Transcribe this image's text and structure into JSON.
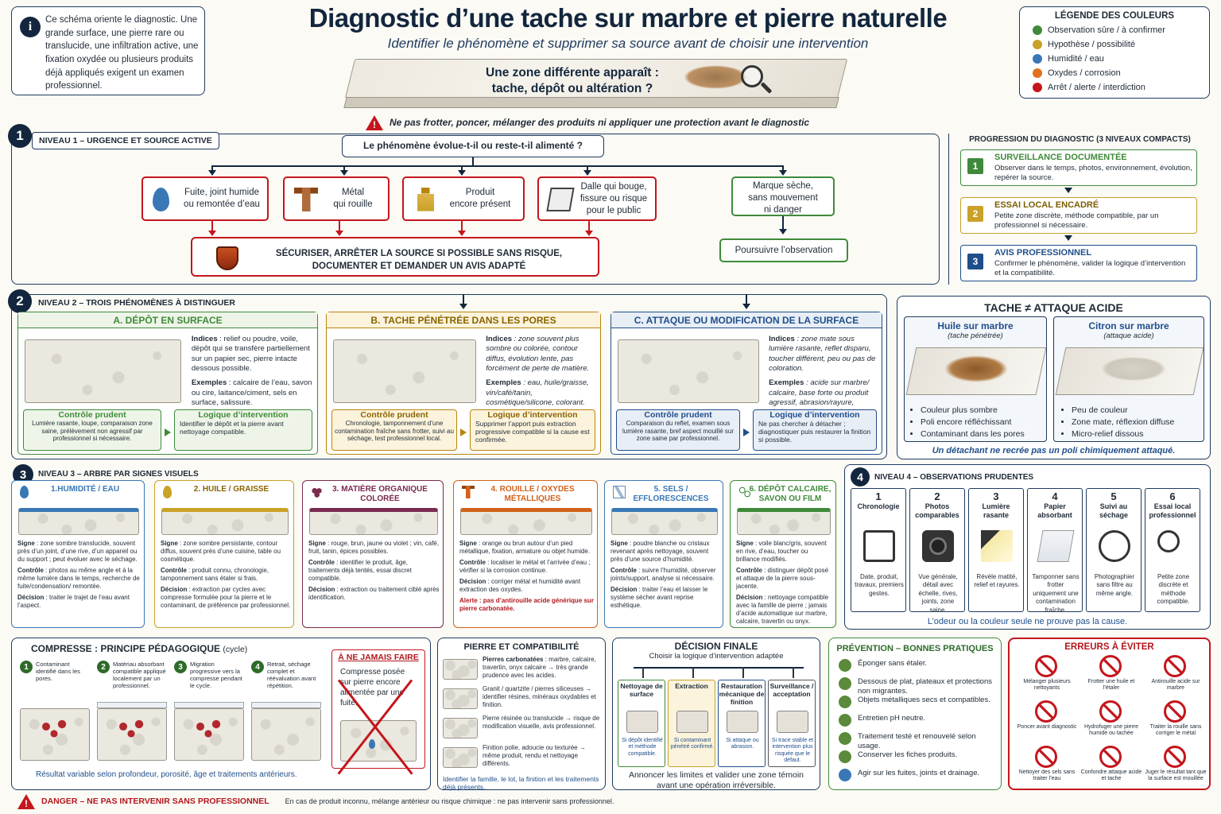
{
  "header": {
    "title": "Diagnostic d’une tache sur marbre et pierre naturelle",
    "subtitle": "Identifier le phénomène et supprimer sa source avant de choisir une intervention",
    "question": "Une zone différente apparaît :\ntache, dépôt ou altération ?",
    "warning": "Ne pas frotter, poncer, mélanger des produits ni appliquer une protection avant le diagnostic"
  },
  "intro": {
    "text": "Ce schéma oriente le diagnostic. Une grande surface, une pierre rare ou translucide, une infiltration active, une fixation oxydée ou plusieurs produits déjà appliqués exigent un examen professionnel."
  },
  "legend": {
    "title": "LÉGENDE DES COULEURS",
    "items": [
      {
        "label": "Observation sûre / à confirmer",
        "color": "#3f8a3a"
      },
      {
        "label": "Hypothèse / possibilité",
        "color": "#c9a227"
      },
      {
        "label": "Humidité / eau",
        "color": "#3a78b5"
      },
      {
        "label": "Oxydes / corrosion",
        "color": "#e0701f"
      },
      {
        "label": "Arrêt / alerte / interdiction",
        "color": "#c4161c"
      }
    ]
  },
  "level1": {
    "num": "1",
    "title": "NIVEAU 1 – URGENCE ET SOURCE ACTIVE",
    "question": "Le phénomène évolue-t-il ou reste-t-il alimenté ?",
    "options": [
      {
        "label": "Fuite, joint humide\nou remontée d’eau",
        "icon": "water-drop-icon"
      },
      {
        "label": "Métal\nqui rouille",
        "icon": "rusty-bolt-icon"
      },
      {
        "label": "Produit\nencore présent",
        "icon": "bottle-icon"
      },
      {
        "label": "Dalle qui bouge,\nfissure ou risque\npour le public",
        "icon": "cracked-tile-icon"
      }
    ],
    "secure": "SÉCURISER, ARRÊTER LA SOURCE SI POSSIBLE SANS RISQUE,\nDOCUMENTER ET DEMANDER UN AVIS ADAPTÉ",
    "dry": "Marque sèche,\nsans mouvement\nni danger",
    "observe": "Poursuivre l’observation"
  },
  "progression": {
    "title": "PROGRESSION DU DIAGNOSTIC (3 NIVEAUX COMPACTS)",
    "steps": [
      {
        "num": "1",
        "title": "SURVEILLANCE DOCUMENTÉE",
        "text": "Observer dans le temps, photos, environnement, évolution, repérer la source.",
        "color": "#3f8a3a"
      },
      {
        "num": "2",
        "title": "ESSAI LOCAL ENCADRÉ",
        "text": "Petite zone discrète, méthode compatible, par un professionnel si nécessaire.",
        "color": "#c9a227"
      },
      {
        "num": "3",
        "title": "AVIS PROFESSIONNEL",
        "text": "Confirmer le phénomène, valider la logique d’intervention et la compatibilité.",
        "color": "#1f4e8a"
      }
    ]
  },
  "level2": {
    "num": "2",
    "title": "NIVEAU 2 – TROIS PHÉNOMÈNES À DISTINGUER",
    "cols": [
      {
        "title": "A.  DÉPÔT EN SURFACE",
        "color": "#3f8a3a",
        "bg": "#eef5e8",
        "indices_label": "Indices",
        "indices": " : relief ou poudre, voile, dépôt qui se transfère partiellement sur un papier sec, pierre intacte dessous possible.",
        "ex_label": "Exemples",
        "ex": " : calcaire de l’eau, savon ou cire, laitance/ciment, sels en surface, salissure.",
        "ctrl_title": "Contrôle prudent",
        "ctrl": "Lumière rasante, loupe, comparaison zone saine, prélèvement non agressif par professionnel si nécessaire.",
        "logic_title": "Logique d’intervention",
        "logic": "Identifier le dépôt et la pierre avant nettoyage compatible."
      },
      {
        "title": "B. TACHE PÉNÉTRÉE DANS LES PORES",
        "color": "#b8860b",
        "bg": "#fbf3dc",
        "indices_label": "Indices",
        "indices": " : zone souvent plus sombre ou colorée, contour diffus, évolution lente, pas forcément de perte de matière.",
        "ex_label": "Exemples",
        "ex": " : eau, huile/graisse, vin/café/tanin, cosmétique/silicone, colorant.",
        "ctrl_title": "Contrôle prudent",
        "ctrl": "Chronologie, tamponnement d’une contamination fraîche sans frotter, suivi au séchage, test professionnel local.",
        "logic_title": "Logique d’intervention",
        "logic": "Supprimer l’apport puis extraction progressive compatible si la cause est confirmée."
      },
      {
        "title": "C. ATTAQUE OU MODIFICATION DE LA SURFACE",
        "color": "#1f4e8a",
        "bg": "#e8eef6",
        "indices_label": "Indices",
        "indices": " : zone mate sous lumière rasante, reflet disparu, toucher différent, peu ou pas de coloration.",
        "ex_label": "Exemples",
        "ex": " : acide sur marbre/ calcaire, base forte ou produit agressif, abrasion/rayure, chaleur ou solvant selon support.",
        "ctrl_title": "Contrôle prudent",
        "ctrl": "Comparaison du reflet, examen sous lumière rasante, bref aspect mouillé sur zone saine par professionnel.",
        "logic_title": "Logique d’intervention",
        "logic": "Ne pas chercher à détacher ; diagnostiquer puis restaurer la finition si possible."
      }
    ]
  },
  "acid": {
    "title": "TACHE ≠ ATTAQUE ACIDE",
    "left_title": "Huile sur marbre",
    "left_sub": "(tache pénétrée)",
    "left_items": [
      "Couleur plus sombre",
      "Poli encore réfléchissant",
      "Contaminant dans les pores"
    ],
    "right_title": "Citron sur marbre",
    "right_sub": "(attaque acide)",
    "right_items": [
      "Peu de couleur",
      "Zone mate, réflexion diffuse",
      "Micro-relief dissous"
    ],
    "note": "Un détachant ne recrée pas un poli chimiquement attaqué."
  },
  "level3": {
    "num": "3",
    "title": "NIVEAU 3 – ARBRE PAR SIGNES VISUELS",
    "cards": [
      {
        "title": "1.HUMIDITÉ / EAU",
        "color": "#3a78b5",
        "icon": "water-drop-icon",
        "signe": " : zone sombre translucide, souvent près d’un joint, d’une rive, d’un appareil ou du support ; peut évoluer avec le séchage.",
        "controle": " : photos au même angle et à la même lumière dans le temps, recherche de fuite/condensation/ remontée.",
        "decision": " : traiter le trajet de l’eau avant l’aspect.",
        "alert": ""
      },
      {
        "title": "2. HUILE / GRAISSE",
        "color": "#c9a227",
        "icon": "oil-drop-icon",
        "signe": " : zone sombre persistante, contour diffus, souvent près d’une cuisine, table ou cosmétique.",
        "controle": " : produit connu, chronologie, tamponnement sans étaler si frais.",
        "decision": " : extraction par cycles avec compresse formulée pour la pierre et le contaminant, de préférence par professionnel.",
        "alert": ""
      },
      {
        "title": "3. MATIÈRE ORGANIQUE COLORÉE",
        "color": "#7a2a4f",
        "icon": "grapes-icon",
        "signe": " : rouge, brun, jaune ou violet ; vin, café, fruit, tanin, épices possibles.",
        "controle": " : identifier le produit, âge, traitements déjà tentés, essai discret compatible.",
        "decision": " : extraction ou traitement ciblé après identification.",
        "alert": ""
      },
      {
        "title": "4. ROUILLE / OXYDES MÉTALLIQUES",
        "color": "#d2621a",
        "icon": "rusty-bolt-icon",
        "signe": " : orange ou brun autour d’un pied métallique, fixation, armature ou objet humide.",
        "controle": " : localiser le métal et l’arrivée d’eau ; vérifier si la corrosion continue.",
        "decision": " : corriger métal et humidité avant extraction des oxydes.",
        "alert": "Alerte : pas d’antirouille acide générique sur pierre carbonatée."
      },
      {
        "title": "5. SELS / EFFLORESCENCES",
        "color": "#3a78b5",
        "icon": "crystals-icon",
        "signe": " : poudre blanche ou cristaux revenant après nettoyage, souvent près d’une source d’humidité.",
        "controle": " : suivre l’humidité, observer joints/support, analyse si nécessaire.",
        "decision": " : traiter l’eau et laisser le système sécher avant reprise esthétique.",
        "alert": ""
      },
      {
        "title": "6. DÉPÔT CALCAIRE, SAVON OU FILM",
        "color": "#3f8a3a",
        "icon": "bubbles-icon",
        "signe": " : voile blanc/gris, souvent en rive, d’eau, toucher ou brillance modifiés.",
        "controle": " : distinguer dépôt posé et attaque de la pierre sous-jacente.",
        "decision": " : nettoyage compatible avec la famille de pierre ; jamais d’acide automatique sur marbre, calcaire, travertin ou onyx.",
        "alert": ""
      }
    ],
    "labels": {
      "signe": "Signe",
      "controle": "Contrôle",
      "decision": "Décision"
    }
  },
  "level4": {
    "num": "4",
    "title": "NIVEAU 4 – OBSERVATIONS PRUDENTES",
    "items": [
      {
        "num": "1",
        "title": "Chronologie",
        "icon": "calendar-clock-icon",
        "text": "Date, produit, travaux, premiers gestes."
      },
      {
        "num": "2",
        "title": "Photos comparables",
        "icon": "camera-icon",
        "text": "Vue générale, détail avec échelle, rives, joints, zone saine."
      },
      {
        "num": "3",
        "title": "Lumière rasante",
        "icon": "spotlight-icon",
        "text": "Révèle matité, relief et rayures."
      },
      {
        "num": "4",
        "title": "Papier absorbant",
        "icon": "paper-icon",
        "text": "Tamponner sans frotter uniquement une contamination fraîche."
      },
      {
        "num": "5",
        "title": "Suivi au séchage",
        "icon": "clock-icon",
        "text": "Photographier sans filtre au même angle."
      },
      {
        "num": "6",
        "title": "Essai local professionnel",
        "icon": "magnifier-icon",
        "text": "Petite zone discrète et méthode compatible."
      }
    ],
    "note": "L’odeur ou la couleur seule ne prouve pas la cause."
  },
  "compress": {
    "title": "COMPRESSE : PRINCIPE PÉDAGOGIQUE",
    "title_suffix": "(cycle)",
    "steps": [
      {
        "num": "1",
        "text": "Contaminant identifié dans les pores."
      },
      {
        "num": "2",
        "text": "Matériau absorbant compatible appliqué localement par un professionnel."
      },
      {
        "num": "3",
        "text": "Migration progressive vers la compresse pendant le cycle."
      },
      {
        "num": "4",
        "text": "Retrait, séchage complet et réévaluation avant répétition."
      }
    ],
    "never_title": "À NE JAMAIS FAIRE",
    "never_text": "Compresse posée sur pierre encore alimentée par une fuite.",
    "note": "Résultat variable selon profondeur, porosité, âge et traitements antérieurs."
  },
  "stones": {
    "title": "PIERRE ET COMPATIBILITÉ",
    "items": [
      {
        "bold": "Pierres carbonatées",
        "text": " : marbre, calcaire, travertin, onyx calcaire → très grande prudence avec les acides."
      },
      {
        "bold": "",
        "text": "Granit / quartzite / pierres siliceuses → identifier résines, minéraux oxydables et finition."
      },
      {
        "bold": "",
        "text": "Pierre résinée ou translucide → risque de modification visuelle, avis professionnel."
      },
      {
        "bold": "",
        "text": "Finition polie, adoucie ou texturée → même produit, rendu et nettoyage différents."
      }
    ],
    "note": "Identifier la famille, le lot, la finition et les traitements déjà présents."
  },
  "decision": {
    "title": "DÉCISION FINALE",
    "subtitle": "Choisir la logique d’intervention adaptée",
    "options": [
      {
        "title": "Nettoyage de surface",
        "text": "Si dépôt identifié et méthode compatible.",
        "color": "#3f8a3a"
      },
      {
        "title": "Extraction",
        "text": "Si contaminant pénétré confirmé.",
        "color": "#c9a227"
      },
      {
        "title": "Restauration mécanique de finition",
        "text": "Si attaque ou abrasion.",
        "color": "#1f4e8a"
      },
      {
        "title": "Surveillance / acceptation",
        "text": "Si trace stable et intervention plus risquée que le défaut.",
        "color": "#555"
      }
    ],
    "note": "Annoncer les limites et valider une zone témoin\navant une opération irréversible."
  },
  "prevention": {
    "title": "PRÉVENTION – BONNES PRATIQUES",
    "items": [
      "Éponger sans étaler.",
      "Dessous de plat, plateaux et protections non migrantes.",
      "Objets métalliques secs et compatibles.",
      "Entretien pH neutre.",
      "Traitement testé et renouvelé selon usage.",
      "Conserver les fiches produits.",
      "Agir sur les fuites, joints et drainage."
    ]
  },
  "errors": {
    "title": "ERREURS À ÉVITER",
    "items": [
      "Mélanger plusieurs nettoyants",
      "Frotter une huile et l’étaler",
      "Antirouille acide sur marbre",
      "Poncer avant diagnostic",
      "Hydrofuger une pierre humide ou tachée",
      "Traiter la rouille sans corriger le métal",
      "Nettoyer des sels sans traiter l’eau",
      "Confondre attaque acide et tache",
      "Juger le résultat tant que la surface est mouillée"
    ]
  },
  "footer": {
    "danger": "DANGER – NE PAS INTERVENIR SANS PROFESSIONNEL",
    "text": "En cas de produit inconnu, mélange antérieur ou risque chimique : ne pas intervenir sans professionnel."
  }
}
